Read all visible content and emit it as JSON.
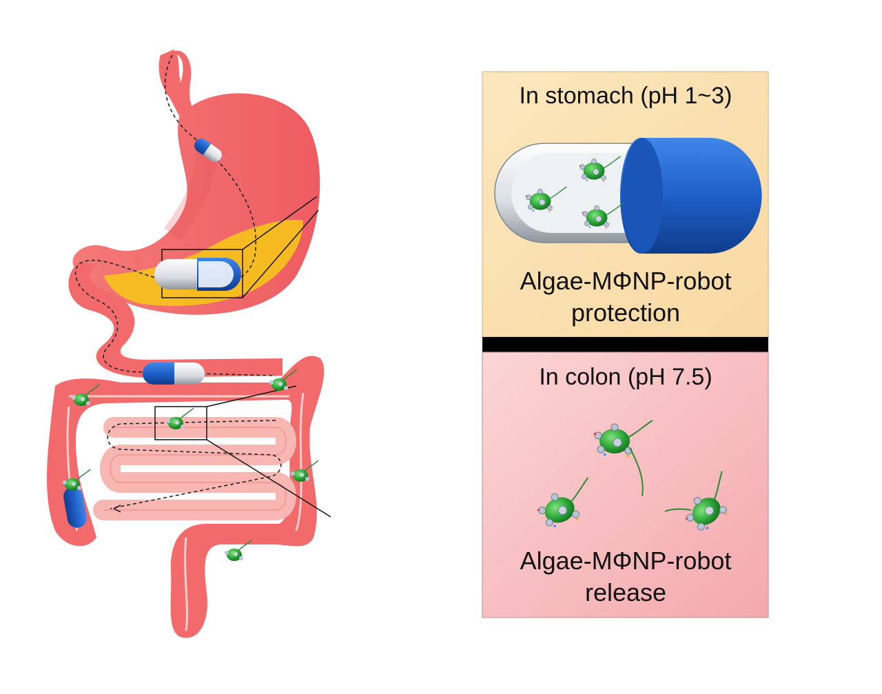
{
  "colors": {
    "tract": "#f26a6c",
    "tract_dark": "#d94a52",
    "tract_light": "#f9b7b3",
    "acid_zone": "#f7c21c",
    "capsule_blue": "#1f5fc8",
    "capsule_white": "#f2f4f6",
    "algae_green": "#2aa336",
    "stomach_panel_bg": "#fbe3b4",
    "colon_panel_bg": "#f8c3c6",
    "divider": "#000000"
  },
  "stomach_panel": {
    "heading": "In stomach (pH 1~3)",
    "caption_line1": "Algae-MΦNP-robot",
    "caption_line2": "protection"
  },
  "colon_panel": {
    "heading": "In colon (pH 7.5)",
    "caption_line1": "Algae-MΦNP-robot",
    "caption_line2": "release"
  },
  "icons": [
    "capsule-icon",
    "algae-robot-icon"
  ]
}
